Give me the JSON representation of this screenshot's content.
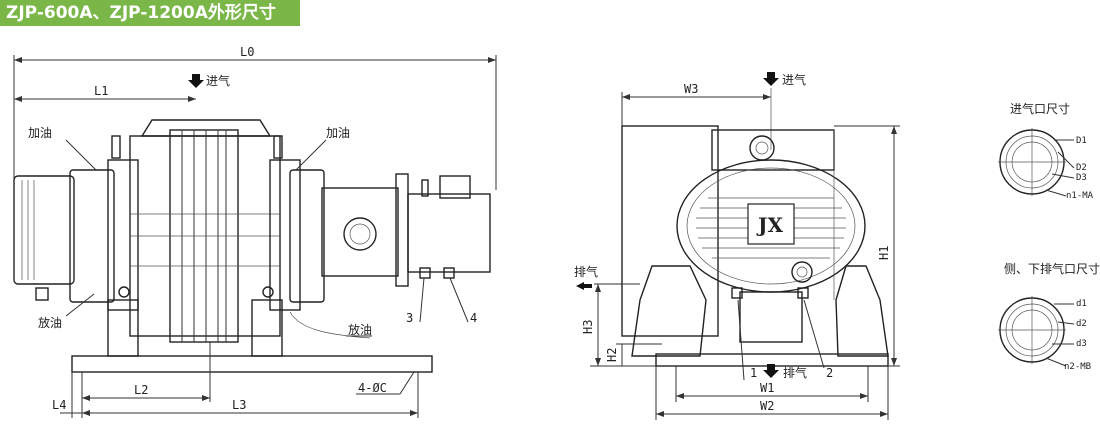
{
  "title": "ZJP-600A、ZJP-1200A外形尺寸",
  "labels": {
    "L0": "L0",
    "L1": "L1",
    "L2": "L2",
    "L3": "L3",
    "L4": "L4",
    "W1": "W1",
    "W2": "W2",
    "W3": "W3",
    "H1": "H1",
    "H2": "H2",
    "H3": "H3",
    "hole": "4-ØC",
    "n3": "3",
    "n4": "4",
    "n1": "1",
    "n2": "2",
    "oil_add_left": "加油",
    "oil_add_right": "加油",
    "oil_drain_left": "放油",
    "oil_drain_right": "放油",
    "intake_left": "进气",
    "intake_right": "进气",
    "exhaust_side": "排气",
    "exhaust_bottom": "排气",
    "inlet_title": "进气口尺寸",
    "outlet_title": "侧、下排气口尺寸",
    "D1": "D1",
    "D2": "D2",
    "D3": "D3",
    "n1MA": "n1-MA",
    "d1": "d1",
    "d2": "d2",
    "d3": "d3",
    "n2MB": "n2-MB"
  },
  "colors": {
    "title_bg": "#7ab648",
    "title_text": "#ffffff",
    "line": "#333333"
  }
}
